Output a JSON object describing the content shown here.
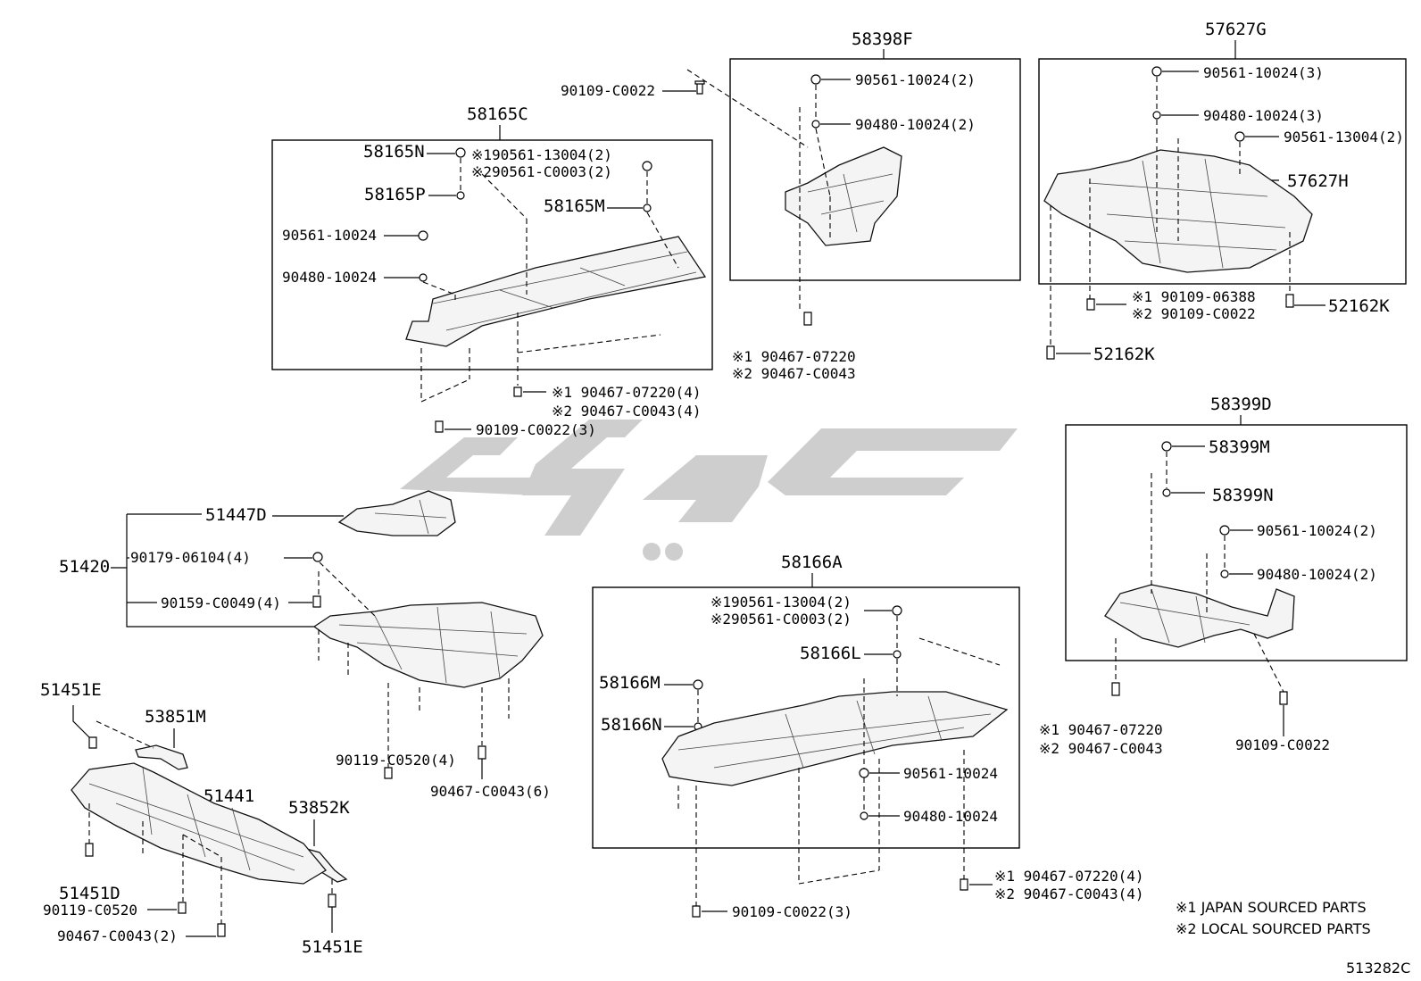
{
  "diagram_id": "513282C",
  "notes": {
    "n1": "※1 JAPAN SOURCED PARTS",
    "n2": "※2 LOCAL SOURCED PARTS"
  },
  "groups": {
    "g58165C": {
      "title": "58165C",
      "labels": [
        "58165N",
        "※190561-13004(2)",
        "※290561-C0003(2)",
        "58165P",
        "58165M",
        "90561-10024",
        "90480-10024"
      ],
      "below": [
        "※1 90467-07220(4)",
        "※2 90467-C0043(4)",
        "90109-C0022(3)"
      ]
    },
    "g58398F": {
      "title": "58398F",
      "labels": [
        "90561-10024(2)",
        "90480-10024(2)"
      ],
      "below": [
        "※1 90467-07220",
        "※2 90467-C0043"
      ]
    },
    "g57627G": {
      "title": "57627G",
      "labels": [
        "90561-10024(3)",
        "90480-10024(3)",
        "90561-13004(2)",
        "57627H"
      ],
      "below": [
        "※1 90109-06388",
        "※2 90109-C0022",
        "52162K",
        "52162K"
      ]
    },
    "g58399D": {
      "title": "58399D",
      "labels": [
        "58399M",
        "58399N",
        "90561-10024(2)",
        "90480-10024(2)"
      ],
      "below": [
        "※1 90467-07220",
        "※2 90467-C0043",
        "90109-C0022"
      ]
    },
    "g58166A": {
      "title": "58166A",
      "labels": [
        "※190561-13004(2)",
        "※290561-C0003(2)",
        "58166L",
        "58166M",
        "58166N",
        "90561-10024",
        "90480-10024"
      ],
      "below": [
        "※1 90467-07220(4)",
        "※2 90467-C0043(4)",
        "90109-C0022(3)"
      ]
    },
    "g51420": {
      "title": "51420",
      "labels": [
        "51447D",
        "90179-06104(4)",
        "90159-C0049(4)",
        "90119-C0520(4)",
        "90467-C0043(6)"
      ]
    },
    "g51441": {
      "labels": [
        "51451E",
        "53851M",
        "51441",
        "53852K",
        "51451D",
        "90119-C0520",
        "90467-C0043(2)",
        "51451E"
      ]
    },
    "top": {
      "label": "90109-C0022"
    }
  }
}
